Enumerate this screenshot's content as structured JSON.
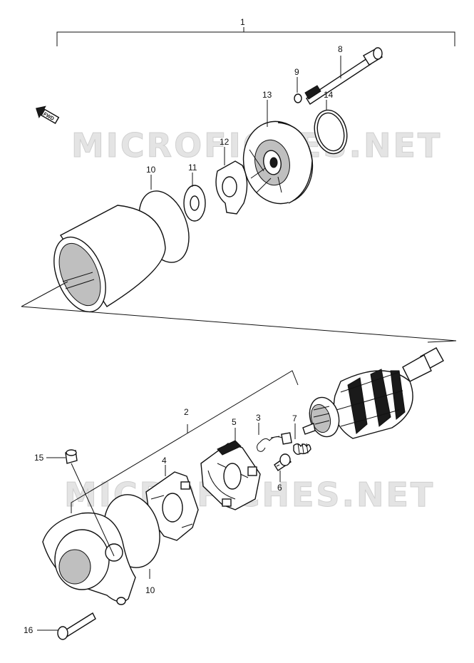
{
  "watermark": "MICROFICHES.NET",
  "fwd_badge": "FWD",
  "callouts": {
    "p1": "1",
    "p2": "2",
    "p3": "3",
    "p4": "4",
    "p5": "5",
    "p6": "6",
    "p7": "7",
    "p8": "8",
    "p9": "9",
    "p10a": "10",
    "p10b": "10",
    "p11": "11",
    "p12": "12",
    "p13": "13",
    "p14": "14",
    "p15": "15",
    "p16": "16"
  }
}
